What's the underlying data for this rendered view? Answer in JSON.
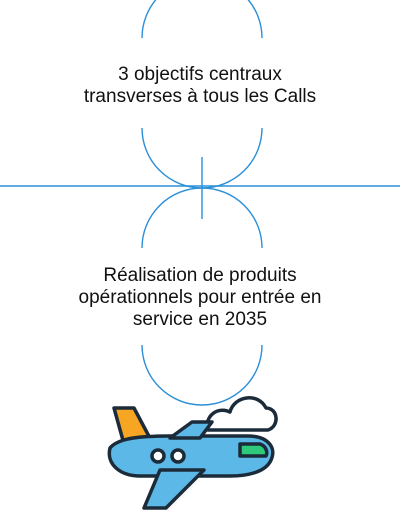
{
  "diagram": {
    "items": [
      {
        "lines": [
          "3 objectifs centraux",
          "transverses à tous les Calls"
        ]
      },
      {
        "lines": [
          "Réalisation de produits",
          "opérationnels pour entrée en",
          "service en 2035"
        ]
      }
    ],
    "icon": "airplane-icon",
    "colors": {
      "connector": "#2a8fd8",
      "text": "#111111",
      "plane_body": "#5cb8e6",
      "plane_tail": "#f6a623",
      "plane_stripe": "#2fc97a",
      "outline": "#1b2b3a",
      "cloud": "#ffffff"
    }
  }
}
